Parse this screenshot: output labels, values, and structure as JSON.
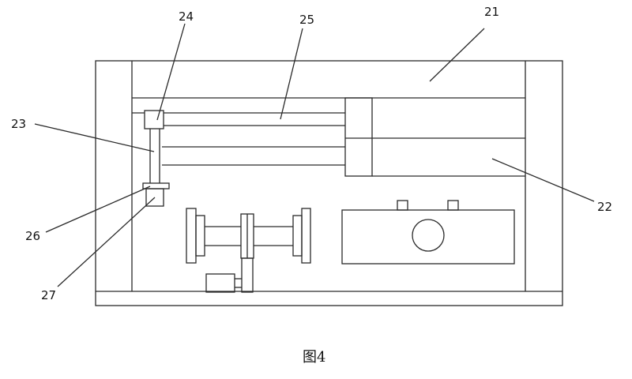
{
  "figure": {
    "caption": "图4",
    "callouts": [
      {
        "id": "21",
        "text": "21"
      },
      {
        "id": "22",
        "text": "22"
      },
      {
        "id": "23",
        "text": "23"
      },
      {
        "id": "24",
        "text": "24"
      },
      {
        "id": "25",
        "text": "25"
      },
      {
        "id": "26",
        "text": "26"
      },
      {
        "id": "27",
        "text": "27"
      }
    ]
  }
}
